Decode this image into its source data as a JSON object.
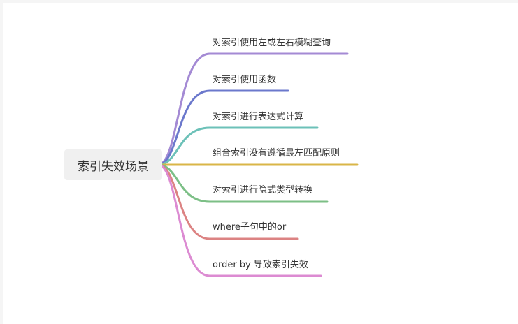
{
  "root": {
    "label": "索引失效场景"
  },
  "branches": [
    {
      "label": "对索引使用左或左右模糊查询",
      "color": "#a48ad4"
    },
    {
      "label": "对索引使用函数",
      "color": "#6b78cc"
    },
    {
      "label": "对索引进行表达式计算",
      "color": "#6cc1b8"
    },
    {
      "label": "组合索引没有遵循最左匹配原则",
      "color": "#d9b648"
    },
    {
      "label": "对索引进行隐式类型转换",
      "color": "#7cbf86"
    },
    {
      "label": "where子句中的or",
      "color": "#dc8383"
    },
    {
      "label": "order by 导致索引失效",
      "color": "#dc8bd2"
    }
  ]
}
